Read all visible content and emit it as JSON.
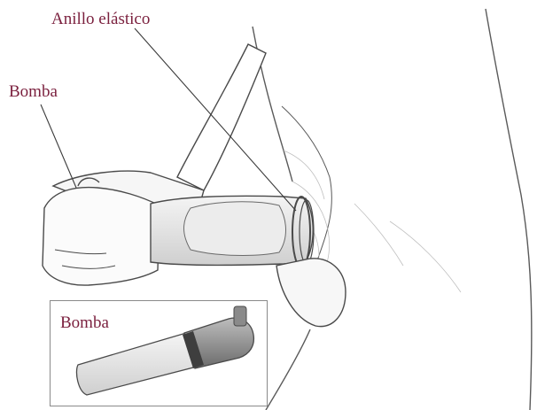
{
  "labels": {
    "ring": "Anillo elástico",
    "pump": "Bomba",
    "inset": "Bomba"
  },
  "colors": {
    "label": "#7a1f3d",
    "stroke": "#4a4a4a",
    "shade": "#d9d9d9",
    "device_dark": "#6a6a6a"
  }
}
